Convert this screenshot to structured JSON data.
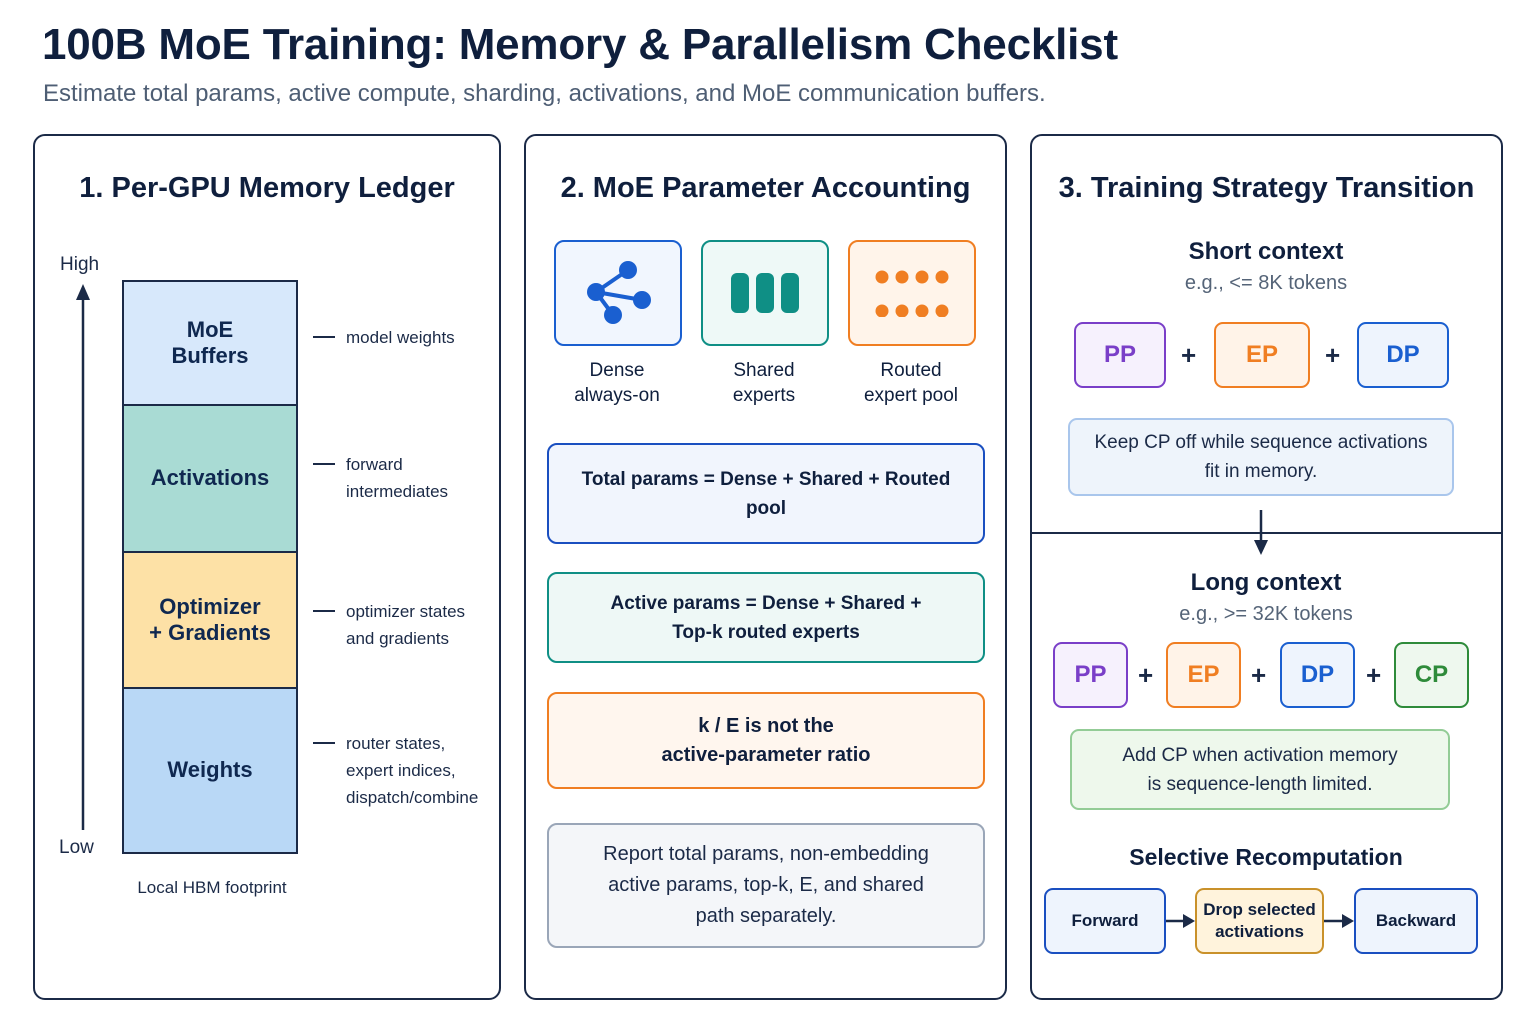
{
  "header": {
    "title": "100B MoE Training: Memory & Parallelism Checklist",
    "subtitle": "Estimate total params, active compute, sharding, activations, and MoE communication buffers."
  },
  "panel1": {
    "title": "1. Per-GPU Memory Ledger",
    "axis_high": "High",
    "axis_low": "Low",
    "segments": [
      {
        "label_1": "MoE",
        "label_2": "Buffers",
        "color": "#d7e8fb"
      },
      {
        "label_1": "Activations",
        "color": "#a9dbd4"
      },
      {
        "label_1": "Optimizer",
        "label_2": "+ Gradients",
        "color": "#fde1a6"
      },
      {
        "label_1": "Weights",
        "color": "#b9d8f6"
      }
    ],
    "notes": [
      {
        "line_1": "model weights"
      },
      {
        "line_1": "forward",
        "line_2": "intermediates"
      },
      {
        "line_1": "optimizer states",
        "line_2": "and gradients"
      },
      {
        "line_1": "router states,",
        "line_2": "expert indices,",
        "line_3": "dispatch/combine"
      }
    ],
    "caption": "Local HBM footprint"
  },
  "panel2": {
    "title": "2. MoE Parameter Accounting",
    "icons": [
      {
        "icon": "network-share-icon",
        "caption_1": "Dense",
        "caption_2": "always-on",
        "color": "#1a5fd0"
      },
      {
        "icon": "shared-experts-icon",
        "caption_1": "Shared",
        "caption_2": "experts",
        "color": "#0f8f85"
      },
      {
        "icon": "routed-pool-icon",
        "caption_1": "Routed",
        "caption_2": "expert pool",
        "color": "#f07e22"
      }
    ],
    "boxes": [
      {
        "line_1": "Total params = Dense + Shared + Routed pool"
      },
      {
        "line_1": "Active params = Dense + Shared +",
        "line_2": "Top-k routed experts"
      },
      {
        "line_1": "k / E is not the",
        "line_2": "active-parameter ratio"
      },
      {
        "line_1": "Report total params, non-embedding",
        "line_2": "active params, top-k, E, and shared",
        "line_3": "path separately."
      }
    ]
  },
  "panel3": {
    "title": "3. Training Strategy Transition",
    "short": {
      "heading": "Short context",
      "example": "e.g., <= 8K tokens",
      "chips": [
        "PP",
        "EP",
        "DP"
      ],
      "plus": "+",
      "note_1": "Keep CP off while sequence activations",
      "note_2": "fit in memory."
    },
    "long": {
      "heading": "Long context",
      "example": "e.g., >= 32K tokens",
      "chips": [
        "PP",
        "EP",
        "DP",
        "CP"
      ],
      "plus": "+",
      "note_1": "Add CP when activation memory",
      "note_2": "is sequence-length limited."
    },
    "recompute": {
      "heading": "Selective Recomputation",
      "steps": [
        {
          "line_1": "Forward"
        },
        {
          "line_1": "Drop selected",
          "line_2": "activations"
        },
        {
          "line_1": "Backward"
        }
      ]
    }
  },
  "colors": {
    "purple": "#7a3fc8",
    "orange": "#f07e22",
    "blue": "#1a5fd0",
    "green": "#2e8b3a",
    "navy": "#1b2a47"
  }
}
